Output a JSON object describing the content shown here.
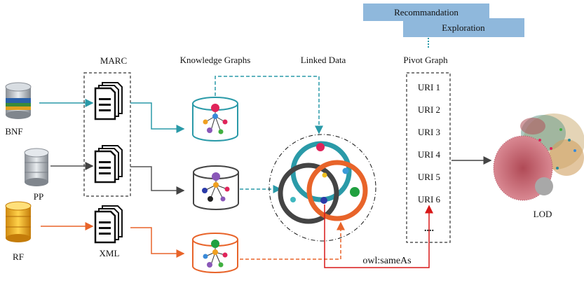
{
  "banner": {
    "recommendation": "Recommandation",
    "exploration": "Exploration"
  },
  "headings": {
    "marc": "MARC",
    "knowledge_graphs": "Knowledge Graphs",
    "linked_data": "Linked Data",
    "pivot_graph": "Pivot Graph"
  },
  "sources": {
    "bnf": "BNF",
    "pp": "PP",
    "rf": "RF"
  },
  "formats": {
    "xml": "XML"
  },
  "pivot": {
    "uris": [
      "URI 1",
      "URI 2",
      "URI 3",
      "URI 4",
      "URI 5",
      "URI 6"
    ],
    "ellipsis": "...."
  },
  "lod_label": "LOD",
  "owl_label": "owl:sameAs",
  "colors": {
    "teal": "#2a9aa8",
    "dark": "#444444",
    "orange": "#e8642a",
    "red": "#d81818",
    "banner": "#8fb8dc"
  },
  "icons": {
    "database": "database-icon",
    "document": "document-stack-icon",
    "graph": "graph-cylinder-icon",
    "lod": "lod-cloud-icon"
  }
}
